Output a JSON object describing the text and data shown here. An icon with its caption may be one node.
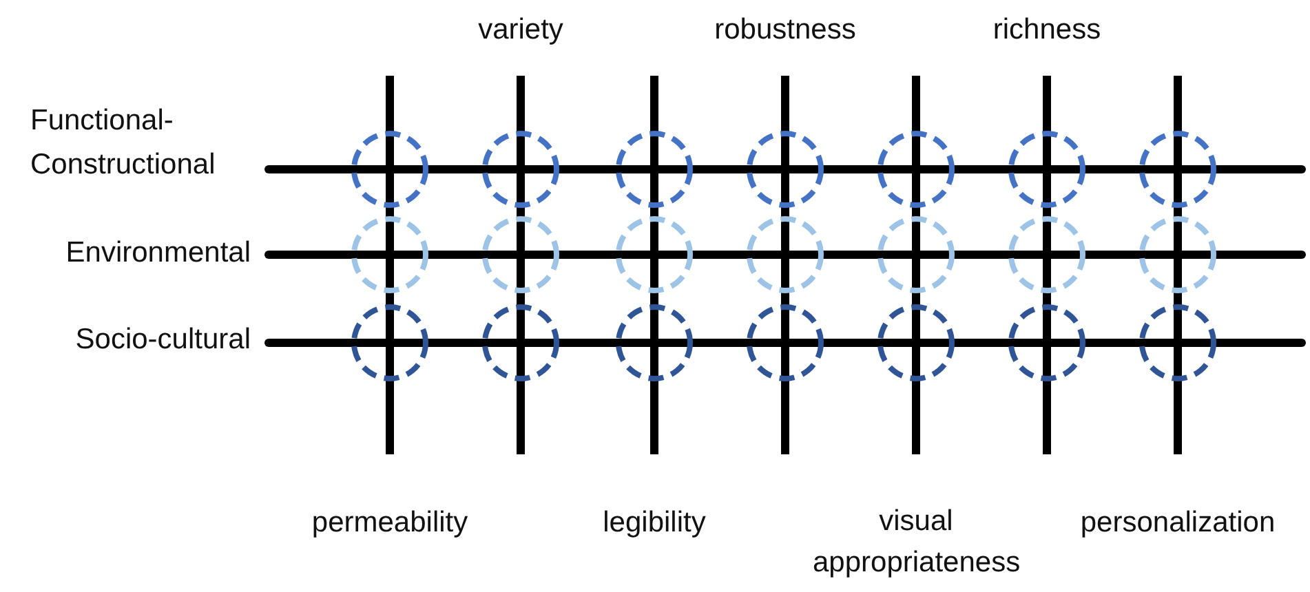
{
  "diagram": {
    "labels": [
      "variety",
      "robustness",
      "richness",
      "Functional-Constructional",
      "Environmental",
      "Socio-cultural",
      "permeability",
      "legibility",
      "visual appropriateness",
      "personalization"
    ]
  }
}
